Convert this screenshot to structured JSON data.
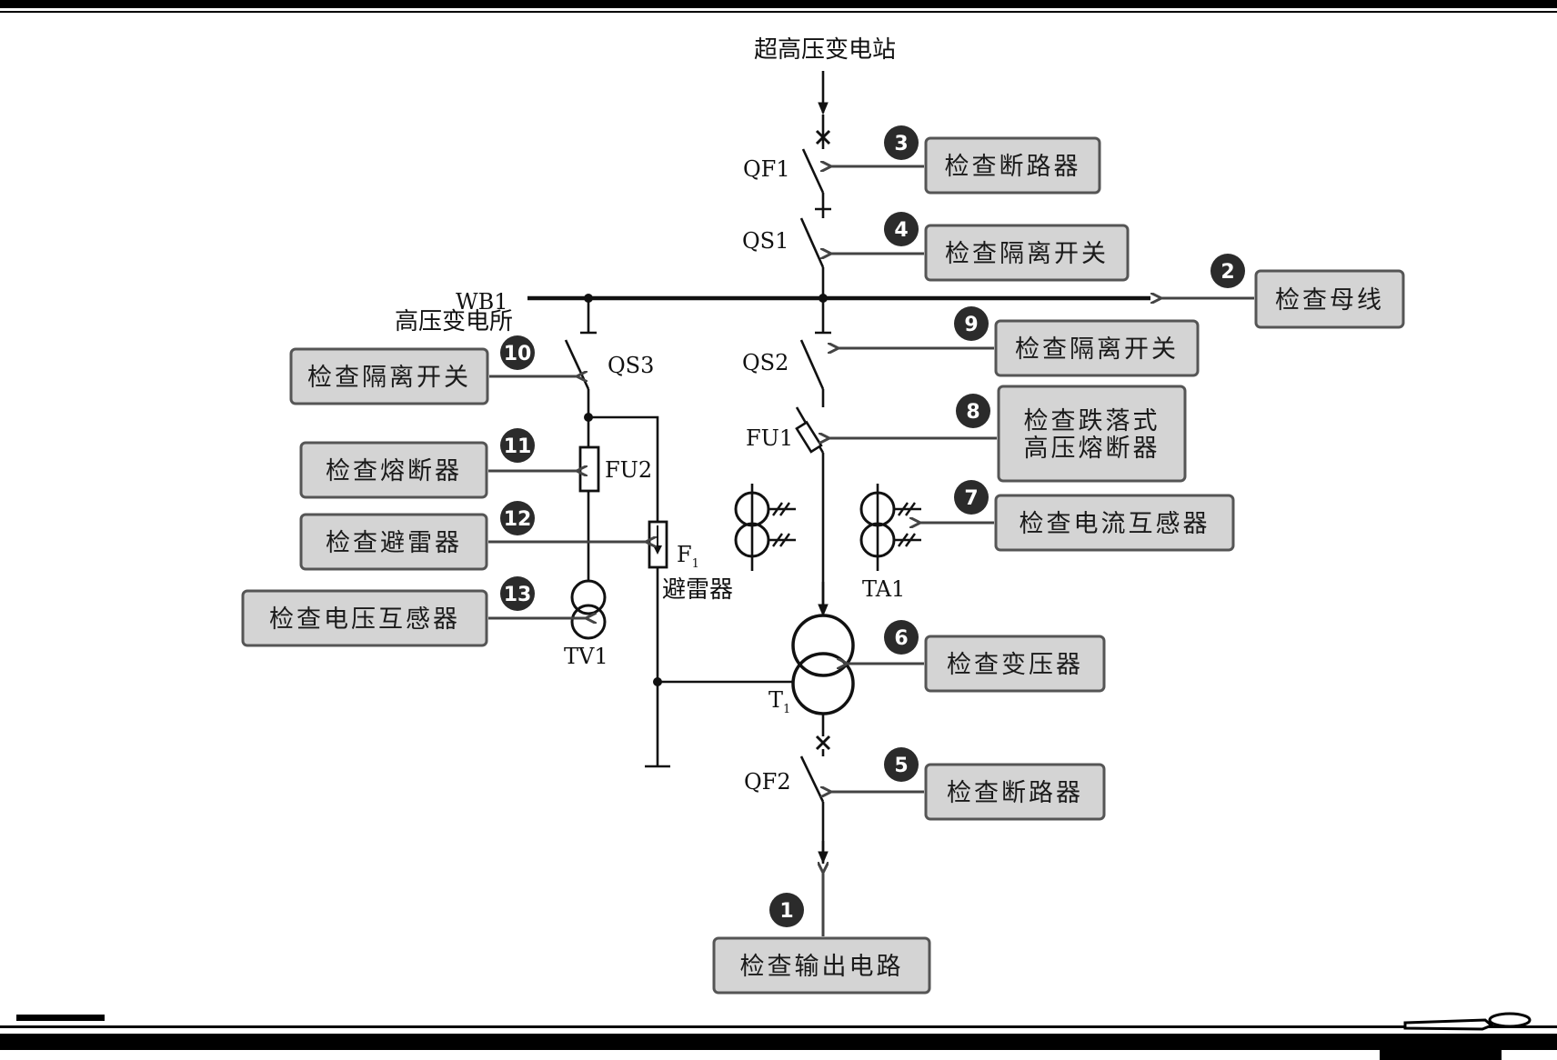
{
  "source_label": "超高压变电站",
  "busbar_label": "WB1",
  "substation_label": "高压变电所",
  "components": {
    "qf1": "QF1",
    "qs1": "QS1",
    "qs2": "QS2",
    "qs3": "QS3",
    "fu1": "FU1",
    "fu2": "FU2",
    "ta1": "TA1",
    "tv1": "TV1",
    "t1_main": "T",
    "t1_sub": "1",
    "qf2": "QF2",
    "f1_main": "F",
    "f1_sub": "1",
    "arrester_label": "避雷器"
  },
  "steps": [
    {
      "num": "1",
      "lines": [
        "检查输出电路"
      ]
    },
    {
      "num": "2",
      "lines": [
        "检查母线"
      ]
    },
    {
      "num": "3",
      "lines": [
        "检查断路器"
      ]
    },
    {
      "num": "4",
      "lines": [
        "检查隔离开关"
      ]
    },
    {
      "num": "5",
      "lines": [
        "检查断路器"
      ]
    },
    {
      "num": "6",
      "lines": [
        "检查变压器"
      ]
    },
    {
      "num": "7",
      "lines": [
        "检查电流互感器"
      ]
    },
    {
      "num": "8",
      "lines": [
        "检查跌落式",
        "高压熔断器"
      ]
    },
    {
      "num": "9",
      "lines": [
        "检查隔离开关"
      ]
    },
    {
      "num": "10",
      "lines": [
        "检查隔离开关"
      ]
    },
    {
      "num": "11",
      "lines": [
        "检查熔断器"
      ]
    },
    {
      "num": "12",
      "lines": [
        "检查避雷器"
      ]
    },
    {
      "num": "13",
      "lines": [
        "检查电压互感器"
      ]
    }
  ]
}
